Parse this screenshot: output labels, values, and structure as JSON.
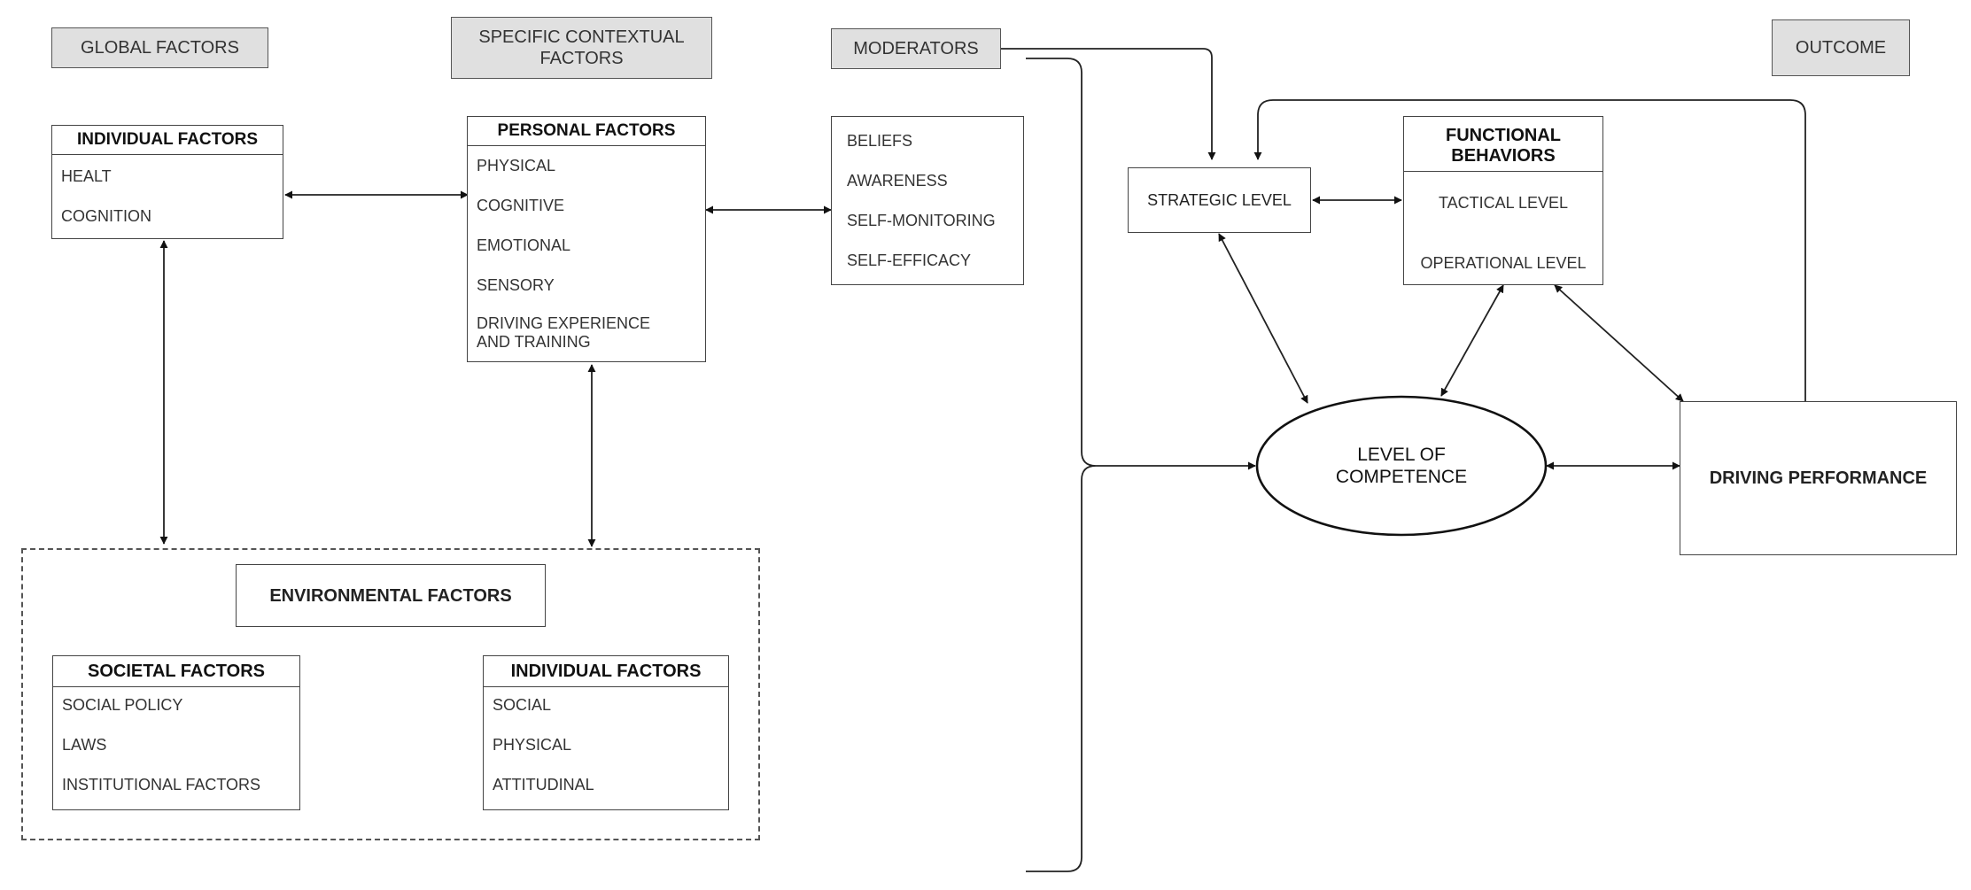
{
  "headers": {
    "global": "GLOBAL FACTORS",
    "specific": "SPECIFIC CONTEXTUAL FACTORS",
    "moderators": "MODERATORS",
    "outcome": "OUTCOME"
  },
  "individual_factors_top": {
    "title": "INDIVIDUAL FACTORS",
    "items": [
      "HEALT",
      "COGNITION"
    ]
  },
  "personal_factors": {
    "title": "PERSONAL FACTORS",
    "items": [
      "PHYSICAL",
      "COGNITIVE",
      "EMOTIONAL",
      "SENSORY",
      "DRIVING EXPERIENCE AND TRAINING"
    ]
  },
  "moderators_box": {
    "items": [
      "BELIEFS",
      "AWARENESS",
      "SELF-MONITORING",
      "SELF-EFFICACY"
    ]
  },
  "environmental": {
    "title": "ENVIRONMENTAL FACTORS",
    "societal": {
      "title": "SOCIETAL FACTORS",
      "items": [
        "SOCIAL POLICY",
        "LAWS",
        "INSTITUTIONAL FACTORS"
      ]
    },
    "individual": {
      "title": "INDIVIDUAL FACTORS",
      "items": [
        "SOCIAL",
        "PHYSICAL",
        "ATTITUDINAL"
      ]
    }
  },
  "strategic_level": "STRATEGIC LEVEL",
  "functional_behaviors": {
    "title": "FUNCTIONAL BEHAVIORS",
    "tactical": "TACTICAL LEVEL",
    "operational": "OPERATIONAL LEVEL"
  },
  "competence": "LEVEL OF COMPETENCE",
  "driving_performance": "DRIVING PERFORMANCE"
}
